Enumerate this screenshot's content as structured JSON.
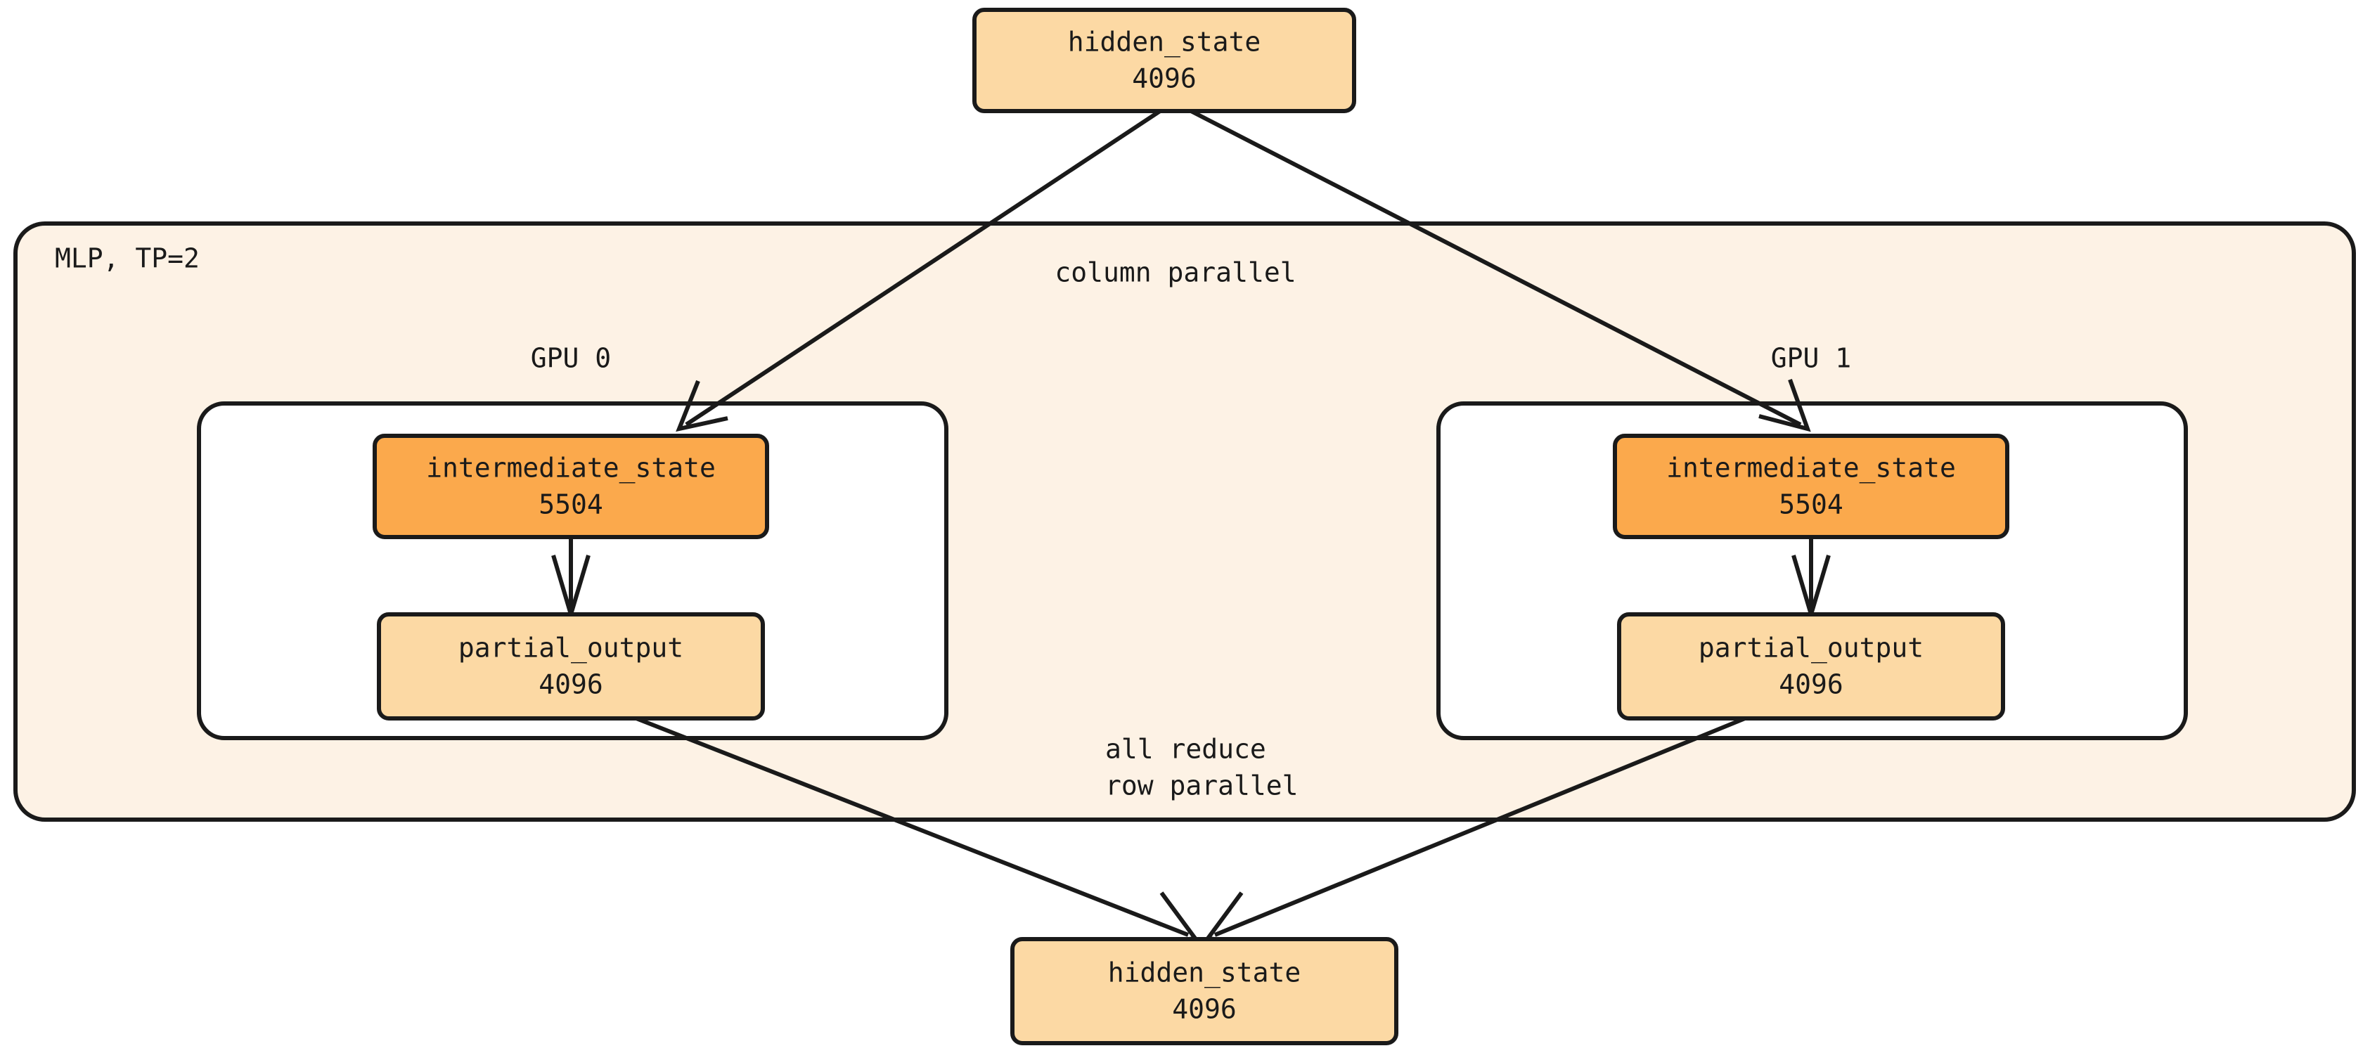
{
  "diagram": {
    "title_label": "MLP, TP=2",
    "nodes": {
      "input_hidden_state": {
        "name": "hidden_state",
        "size": "4096"
      },
      "gpu0_intermediate": {
        "name": "intermediate_state",
        "size": "5504"
      },
      "gpu0_partial": {
        "name": "partial_output",
        "size": "4096"
      },
      "gpu1_intermediate": {
        "name": "intermediate_state",
        "size": "5504"
      },
      "gpu1_partial": {
        "name": "partial_output",
        "size": "4096"
      },
      "output_hidden_state": {
        "name": "hidden_state",
        "size": "4096"
      }
    },
    "clusters": {
      "mlp": {
        "label": "MLP, TP=2"
      },
      "gpu0": {
        "label": "GPU 0"
      },
      "gpu1": {
        "label": "GPU 1"
      }
    },
    "edge_labels": {
      "column_parallel": "column parallel",
      "all_reduce": "all reduce",
      "row_parallel": "row parallel"
    },
    "colors": {
      "node_light": "#fcd9a4",
      "node_dark": "#fba94c",
      "cluster_outer": "#fdf2e5",
      "cluster_gpu": "#ffffff",
      "stroke": "#1a1a1a",
      "background": "#ffffff"
    }
  }
}
